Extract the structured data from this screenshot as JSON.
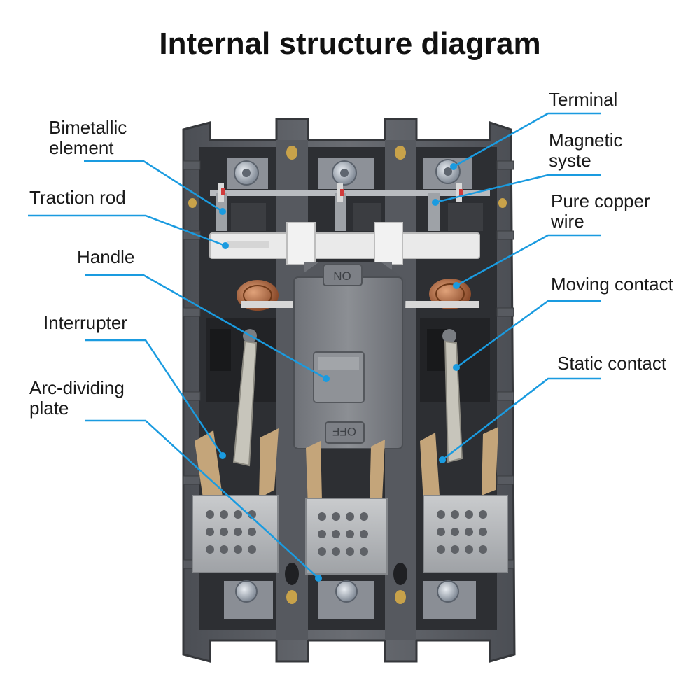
{
  "title": "Internal structure diagram",
  "labels": {
    "bimetallic": [
      "Bimetallic",
      "element"
    ],
    "traction_rod": [
      "Traction rod"
    ],
    "handle": [
      "Handle"
    ],
    "interrupter": [
      "Interrupter"
    ],
    "arc_plate": [
      "Arc-dividing",
      "plate"
    ],
    "terminal": [
      "Terminal"
    ],
    "magnetic": [
      "Magnetic",
      "syste"
    ],
    "copper_wire": [
      "Pure copper",
      "wire"
    ],
    "moving_contact": [
      "Moving contact"
    ],
    "static_contact": [
      "Static contact"
    ]
  },
  "handle_marks": {
    "on": "NO",
    "off": "OFF"
  },
  "colors": {
    "leader": "#1a9be0",
    "body": "#5d6066",
    "title": "#111111"
  }
}
